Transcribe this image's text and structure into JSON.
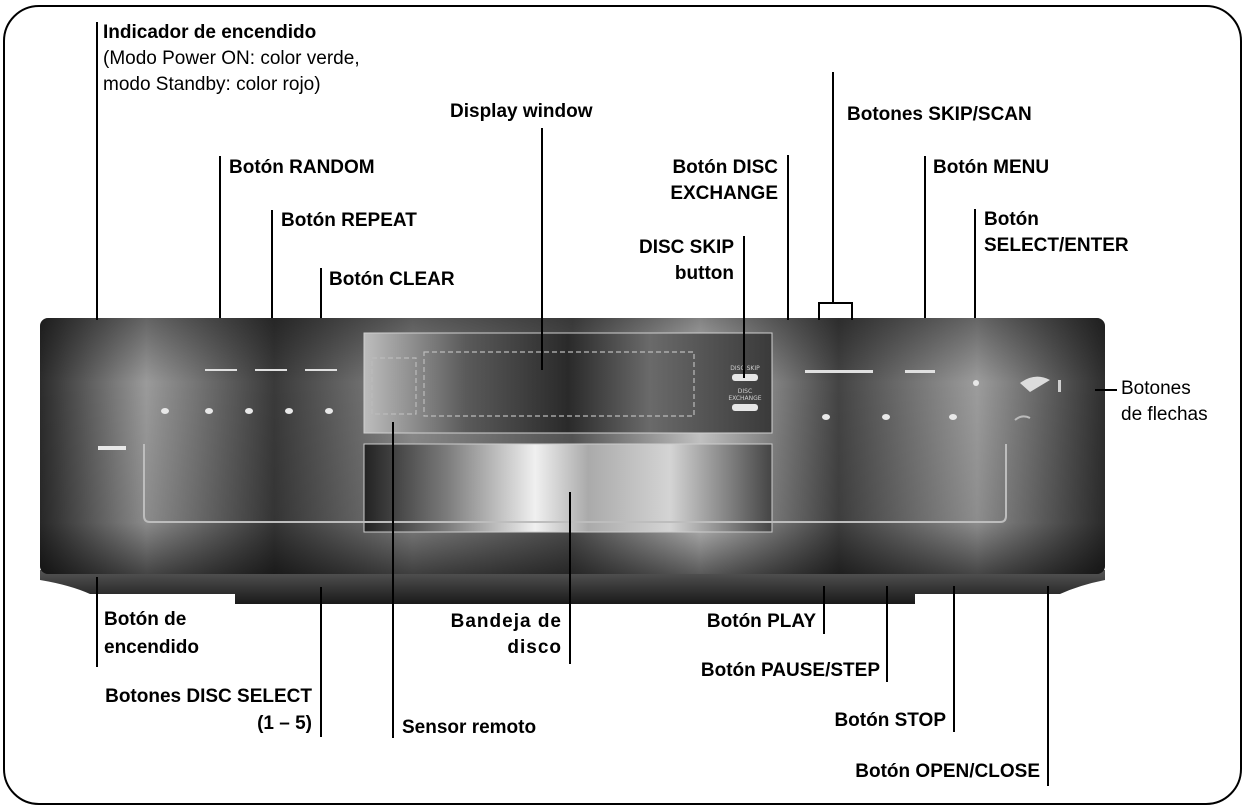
{
  "labels": {
    "power_indicator_title": "Indicador de encendido",
    "power_indicator_detail_1": "(Modo Power ON: color verde,",
    "power_indicator_detail_2": "modo Standby: color rojo)",
    "display_window": "Display window",
    "skip_scan": "Botones SKIP/SCAN",
    "random": "Botón RANDOM",
    "disc_exchange_1": "Botón DISC",
    "disc_exchange_2": "EXCHANGE",
    "menu": "Botón MENU",
    "repeat": "Botón REPEAT",
    "select_enter_1": "Botón",
    "select_enter_2": "SELECT/ENTER",
    "disc_skip_1": "DISC SKIP",
    "disc_skip_2": "button",
    "clear": "Botón CLEAR",
    "arrows_1": "Botones",
    "arrows_2": "de flechas",
    "power_button_1": "Botón de",
    "power_button_2": "encendido",
    "disc_tray_1": "Bandeja de",
    "disc_tray_2": "disco",
    "play": "Botón PLAY",
    "pause_step": "Botón PAUSE/STEP",
    "disc_select_1": "Botones DISC SELECT",
    "disc_select_2": "(1 – 5)",
    "remote_sensor": "Sensor remoto",
    "stop": "Botón STOP",
    "open_close": "Botón OPEN/CLOSE"
  },
  "device_markings": {
    "disc_skip": "DISC SKIP",
    "disc_exchange_1": "DISC",
    "disc_exchange_2": "EXCHANGE"
  },
  "colors": {
    "panel_dark": "#2a2a2a",
    "panel_mid": "#8a8a8a",
    "panel_light": "#d8d8d8"
  }
}
